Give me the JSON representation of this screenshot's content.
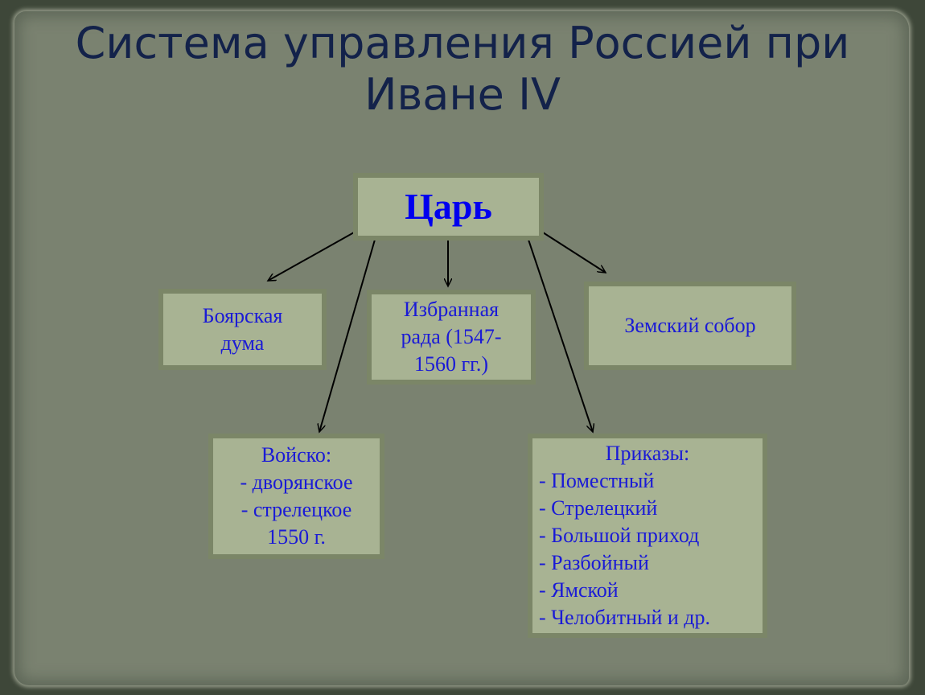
{
  "title": {
    "line1": "Система управления  Россией при",
    "line2": "Иване IV"
  },
  "tsar": "Царь",
  "boyar_duma": {
    "line1": "Боярская",
    "line2": "дума"
  },
  "chosen_rada": {
    "line1": "Избранная",
    "line2": "рада (1547-",
    "line3": "1560 гг.)"
  },
  "zemsky_sobor": "Земский собор",
  "army": {
    "line1": "Войско:",
    "line2": "- дворянское",
    "line3": "- стрелецкое",
    "line4": "1550 г."
  },
  "prikazy": {
    "heading": "Приказы:",
    "items": [
      "- Поместный",
      "- Стрелецкий",
      "- Большой приход",
      "- Разбойный",
      "- Ямской",
      "- Челобитный и др."
    ]
  }
}
